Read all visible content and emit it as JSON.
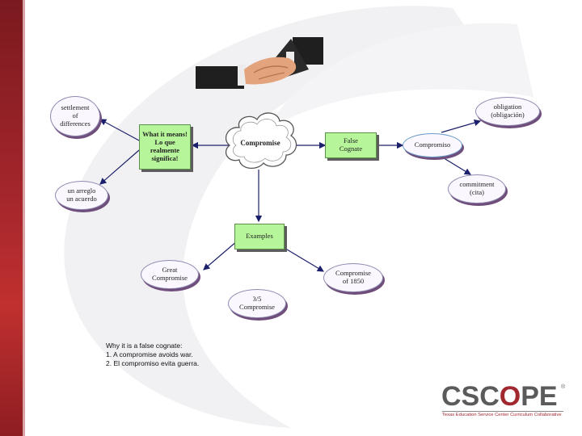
{
  "diagram": {
    "central_node": "Compromise",
    "meaning_node": [
      "What it means!",
      "Lo que",
      "realmente",
      "significa!"
    ],
    "meaning_left_1": [
      "settlement",
      "of",
      "differences"
    ],
    "meaning_left_2": [
      "un arreglo",
      "un acuerdo"
    ],
    "false_cognate_node": [
      "False",
      "Cognate"
    ],
    "compromiso_node": "Compromiso",
    "obligation_node": [
      "obligation",
      "(obligación)"
    ],
    "commitment_node": [
      "commitment",
      "(cita)"
    ],
    "examples_node": "Examples",
    "example_great": [
      "Great",
      "Compromise"
    ],
    "example_1850": [
      "Compromise",
      "of 1850"
    ],
    "example_3_5": [
      "3/5",
      "Compromise"
    ]
  },
  "note": {
    "title": "Why it is a false cognate:",
    "line1": "1.  A compromise avoids war.",
    "line2": "2.  El compromiso evita guerra."
  },
  "logo": {
    "word_part1": "CSC",
    "word_part2": "O",
    "word_part3": "PE",
    "registered": "®",
    "tagline": "Texas Education Service Center Curriculum Collaborative"
  },
  "colors": {
    "brand_red": "#a22830",
    "node_green": "#b6f59a",
    "arrow_navy": "#1c1f6b"
  }
}
